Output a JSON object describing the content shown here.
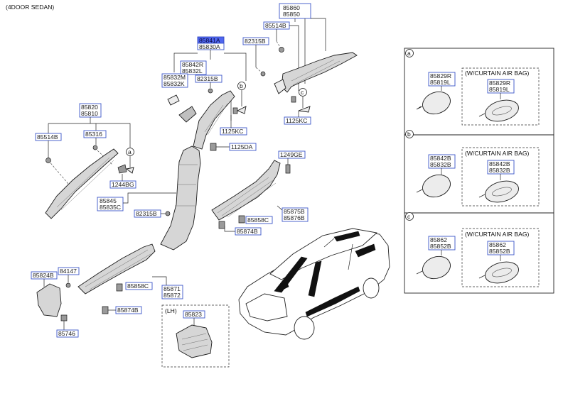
{
  "header": {
    "title": "(4DOOR SEDAN)"
  },
  "lh_label": "(LH)",
  "callouts": [
    "a",
    "b",
    "c"
  ],
  "parts": {
    "p85860": "85860",
    "p85850": "85850",
    "p85514b_top": "85514B",
    "p82315b_top": "82315B",
    "p85841a": "85841A",
    "p85830a": "85830A",
    "p85842r": "85842R",
    "p85832l": "85832L",
    "p85832m": "85832M",
    "p85832k": "85832K",
    "p82315b_mid": "82315B",
    "p1125kc_left": "1125KC",
    "p1125kc_right": "1125KC",
    "p85820": "85820",
    "p85810": "85810",
    "p85514b_left": "85514B",
    "p85316": "85316",
    "p1244bg": "1244BG",
    "p1125da": "1125DA",
    "p1249ge": "1249GE",
    "p85845": "85845",
    "p85835c": "85835C",
    "p82315b_low": "82315B",
    "p85875b": "85875B",
    "p85876b": "85876B",
    "p85858c_right": "85858C",
    "p85874b_right": "85874B",
    "p85824b": "85824B",
    "p84147": "84147",
    "p85746": "85746",
    "p85858c_left": "85858C",
    "p85871": "85871",
    "p85872": "85872",
    "p85874b_left": "85874B",
    "p85823": "85823"
  },
  "detail_panels": [
    {
      "letter": "a",
      "std_top": "85829R",
      "std_bottom": "85819L",
      "airbag_label": "(W/CURTAIN AIR BAG)",
      "air_top": "85829R",
      "air_bottom": "85819L"
    },
    {
      "letter": "b",
      "std_top": "85842B",
      "std_bottom": "85832B",
      "airbag_label": "(W/CURTAIN AIR BAG)",
      "air_top": "85842B",
      "air_bottom": "85832B"
    },
    {
      "letter": "c",
      "std_top": "85862",
      "std_bottom": "85852B",
      "airbag_label": "(W/CURTAIN AIR BAG)",
      "air_top": "85862",
      "air_bottom": "85852B"
    }
  ],
  "colors": {
    "highlight_box": "#4f66f0",
    "label_box_border": "#3b56c7"
  }
}
